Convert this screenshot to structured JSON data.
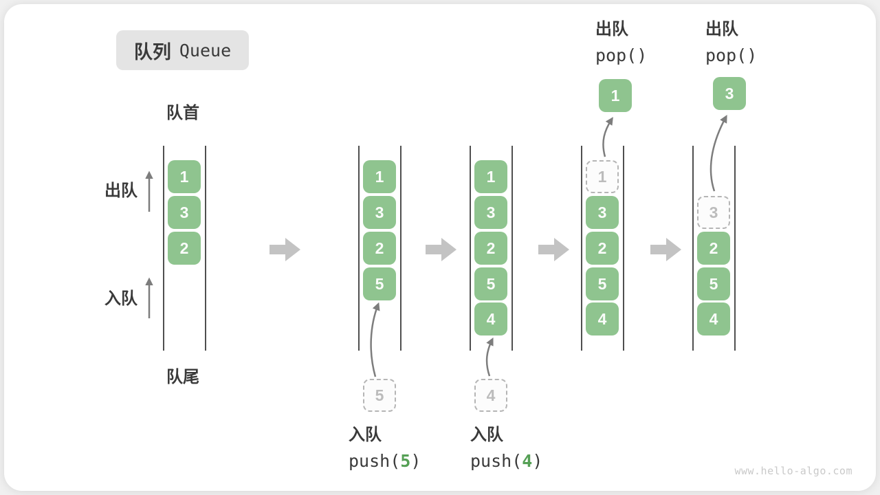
{
  "title": {
    "zh": "队列",
    "en": "Queue"
  },
  "labels": {
    "front": "队首",
    "rear": "队尾",
    "dequeue": "出队",
    "enqueue": "入队"
  },
  "queue_states": [
    {
      "cells": [
        "1",
        "3",
        "2"
      ]
    },
    {
      "cells": [
        "1",
        "3",
        "2",
        "5"
      ],
      "incoming": "5"
    },
    {
      "cells": [
        "1",
        "3",
        "2",
        "5",
        "4"
      ],
      "incoming": "4"
    },
    {
      "cells": [
        "3",
        "2",
        "5",
        "4"
      ],
      "removed": "1",
      "popped": "1"
    },
    {
      "cells": [
        "2",
        "5",
        "4"
      ],
      "removed": "3",
      "popped": "3"
    }
  ],
  "operations": {
    "push5": {
      "label": "入队",
      "code_pre": "push(",
      "arg": "5",
      "code_post": ")"
    },
    "push4": {
      "label": "入队",
      "code_pre": "push(",
      "arg": "4",
      "code_post": ")"
    },
    "pop1": {
      "label": "出队",
      "code": "pop()"
    },
    "pop2": {
      "label": "出队",
      "code": "pop()"
    }
  },
  "watermark": "www.hello-algo.com",
  "colors": {
    "box_green": "#8FC48F",
    "code_green": "#55A055",
    "big_arrow_gray": "#C3C3C3",
    "thin_arrow_gray": "#7D7D7D",
    "text_dark": "#3A3A3A",
    "dashed_gray": "#B5B5B5",
    "badge_bg": "#E4E4E4",
    "watermark_gray": "#C9C9C9"
  }
}
